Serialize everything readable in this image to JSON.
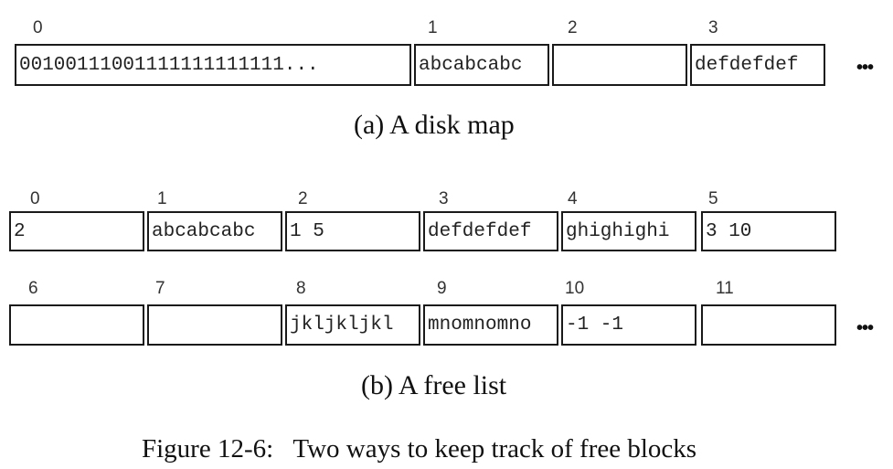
{
  "disk_map": {
    "blocks": [
      {
        "index": "0",
        "content": "00100111001111111111111..."
      },
      {
        "index": "1",
        "content": "abcabcabc"
      },
      {
        "index": "2",
        "content": ""
      },
      {
        "index": "3",
        "content": "defdefdef"
      }
    ],
    "ellipsis": "•••",
    "caption": "(a) A disk map"
  },
  "free_list": {
    "rows": [
      [
        {
          "index": "0",
          "content": "2"
        },
        {
          "index": "1",
          "content": "abcabcabc"
        },
        {
          "index": "2",
          "content": "1 5"
        },
        {
          "index": "3",
          "content": "defdefdef"
        },
        {
          "index": "4",
          "content": "ghighighi"
        },
        {
          "index": "5",
          "content": "3 10"
        }
      ],
      [
        {
          "index": "6",
          "content": ""
        },
        {
          "index": "7",
          "content": ""
        },
        {
          "index": "8",
          "content": "jkljkljkl"
        },
        {
          "index": "9",
          "content": "mnomnomno"
        },
        {
          "index": "10",
          "content": "-1 -1"
        },
        {
          "index": "11",
          "content": ""
        }
      ]
    ],
    "ellipsis": "•••",
    "caption": "(b) A free list"
  },
  "figure_caption": "Figure 12-6:   Two ways to keep track of free blocks"
}
